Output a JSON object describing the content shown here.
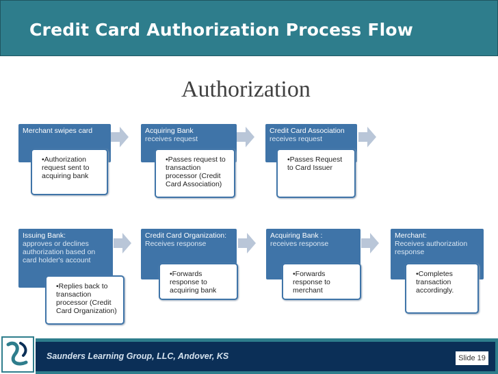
{
  "header": {
    "title": "Credit Card Authorization Process Flow"
  },
  "diagram": {
    "heading": "Authorization",
    "row1": [
      {
        "title": "Merchant swipes card",
        "subtitle": "",
        "detail": "•Authorization request sent to acquiring bank"
      },
      {
        "title": "Acquiring Bank",
        "subtitle": "receives request",
        "detail": "•Passes request to transaction processor (Credit Card Association)"
      },
      {
        "title": "Credit Card Association",
        "subtitle": "receives request",
        "detail": "•Passes Request to Card Issuer"
      }
    ],
    "row2": [
      {
        "title": "Issuing Bank:",
        "subtitle": "approves or declines authorization based on card holder's account",
        "detail": "•Replies back to transaction processor (Credit Card Organization)"
      },
      {
        "title": "Credit Card Organization:",
        "subtitle": "Receives response",
        "detail": "•Forwards response to acquiring bank"
      },
      {
        "title": "Acquiring Bank :",
        "subtitle": "receives response",
        "detail": "•Forwards response to merchant"
      },
      {
        "title": "Merchant:",
        "subtitle": "Receives authorization response",
        "detail": "•Completes transaction accordingly."
      }
    ]
  },
  "footer": {
    "organization": "Saunders Learning Group, LLC, Andover, KS",
    "slide_number": "Slide 19"
  },
  "colors": {
    "header_bg": "#2e7d8c",
    "box_blue": "#3f74a8",
    "footer_navy": "#0b2f57",
    "arrow": "#b9c6d8"
  }
}
